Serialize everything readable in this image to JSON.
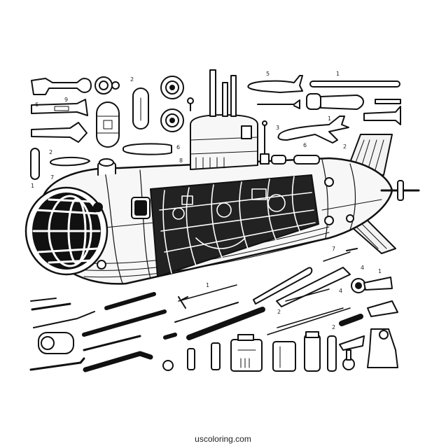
{
  "image": {
    "subject": "Submarine cutaway coloring page with surrounding parts and tools",
    "style": "black and white line art",
    "background": "#ffffff",
    "ink": "#111111"
  },
  "labels": {
    "top_left_numbers": [
      "2",
      "6",
      "9",
      "2",
      "6",
      "8",
      "7",
      "1"
    ],
    "top_right_numbers": [
      "5",
      "1",
      "3",
      "1",
      "6",
      "2"
    ],
    "bottom_numbers": [
      "1",
      "7",
      "4",
      "1",
      "4",
      "2",
      "2"
    ]
  },
  "watermark": "uscoloring.com"
}
